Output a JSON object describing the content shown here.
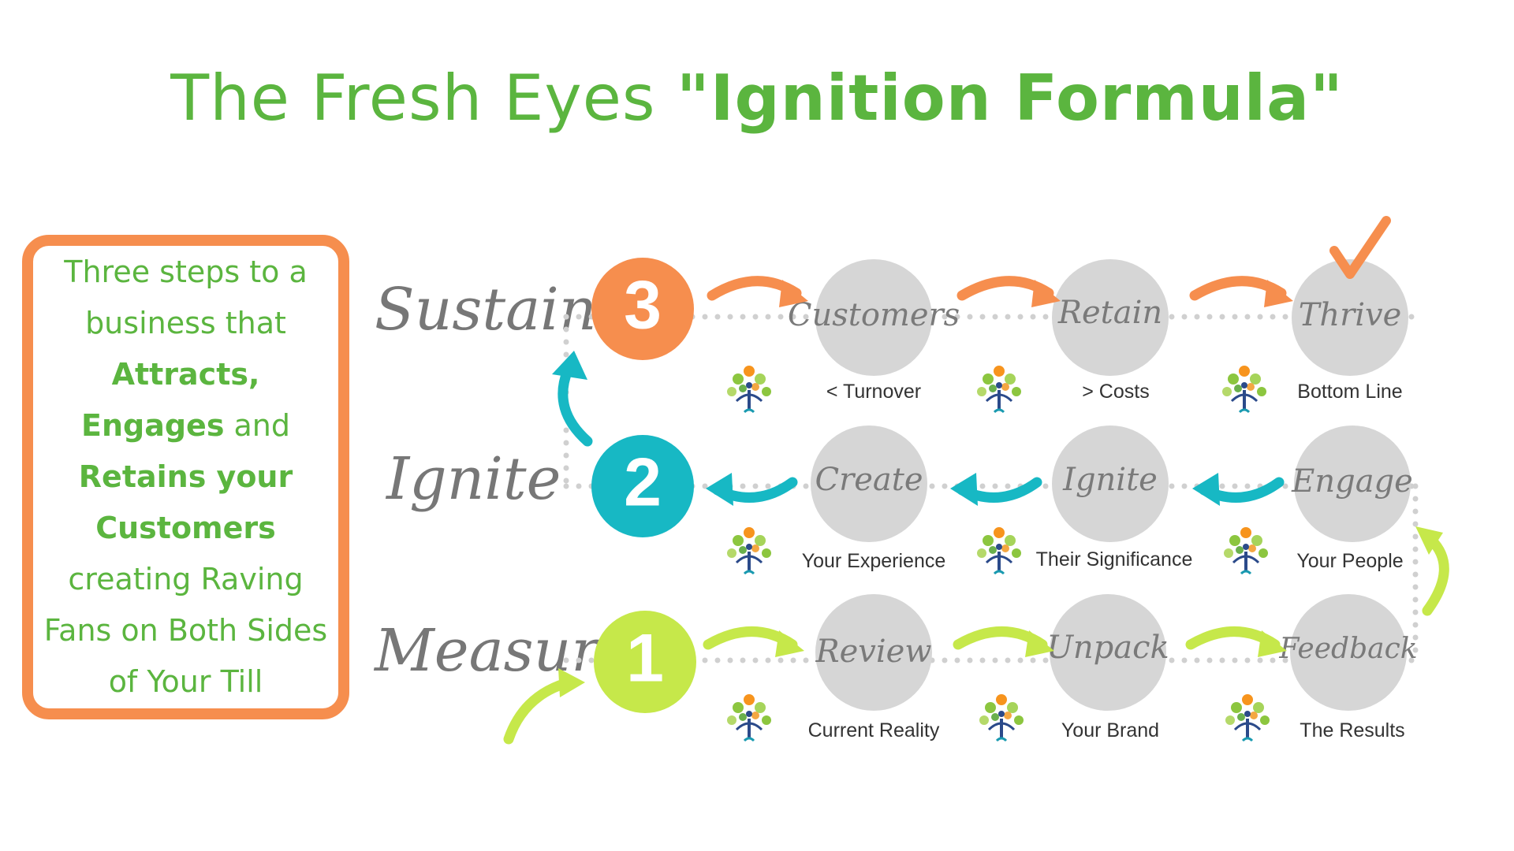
{
  "title": {
    "part1": "The Fresh Eyes ",
    "part2": "\"Ignition Formula\""
  },
  "left_box": {
    "line1": "Three steps to a",
    "line2": "business that",
    "line3": "Attracts,",
    "line4a": "Engages",
    "line4b": " and",
    "line5": "Retains your",
    "line6": "Customers",
    "line7": "creating Raving",
    "line8": "Fans on Both Sides",
    "line9": "of Your Till"
  },
  "rows": {
    "sustain": {
      "label": "Sustain",
      "number": "3",
      "steps": [
        {
          "name": "Customers",
          "sub": "< Turnover"
        },
        {
          "name": "Retain",
          "sub": "> Costs"
        },
        {
          "name": "Thrive",
          "sub": "Bottom Line"
        }
      ]
    },
    "ignite": {
      "label": "Ignite",
      "number": "2",
      "steps": [
        {
          "name": "Create",
          "sub": "Your Experience"
        },
        {
          "name": "Ignite",
          "sub": "Their Significance"
        },
        {
          "name": "Engage",
          "sub": "Your People"
        }
      ]
    },
    "measure": {
      "label": "Measure",
      "number": "1",
      "steps": [
        {
          "name": "Review",
          "sub": "Current Reality"
        },
        {
          "name": "Unpack",
          "sub": "Your Brand"
        },
        {
          "name": "Feedback",
          "sub": "The Results"
        }
      ]
    }
  },
  "colors": {
    "green_title": "#5bb53f",
    "orange": "#f68e4e",
    "teal": "#17b8c4",
    "lime": "#c6e84a",
    "circle_gray": "#d6d6d6",
    "dots_gray": "#d0d0d0",
    "text_gray": "#777777"
  },
  "icons": {
    "tree": "tree-person-icon",
    "check": "checkmark-icon"
  }
}
